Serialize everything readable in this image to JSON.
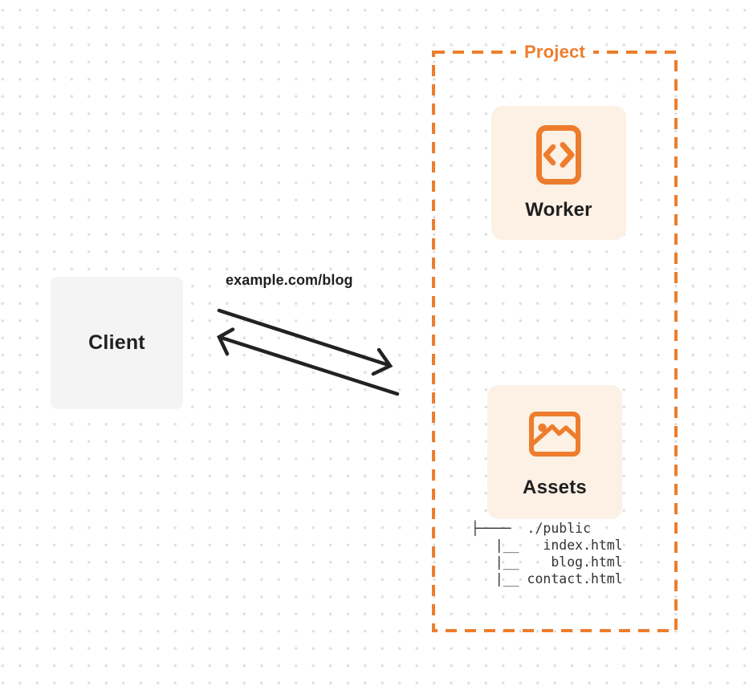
{
  "colors": {
    "orange": "#ED7D2D",
    "card_bg": "#FCF1E4",
    "client_bg": "#F4F4F5",
    "ink": "#1F1F1F",
    "tree_ink": "#333333",
    "arrow": "#222222",
    "dot": "#E0E0E0"
  },
  "client": {
    "label": "Client"
  },
  "request": {
    "label": "example.com/blog"
  },
  "project": {
    "label": "Project",
    "cards": {
      "worker": {
        "label": "Worker",
        "icon": "code-file-icon"
      },
      "assets": {
        "label": "Assets",
        "icon": "image-icon"
      }
    },
    "file_tree": {
      "lines": [
        "├────  ./public",
        "   |__   index.html",
        "   |__    blog.html",
        "   |__ contact.html"
      ]
    }
  }
}
